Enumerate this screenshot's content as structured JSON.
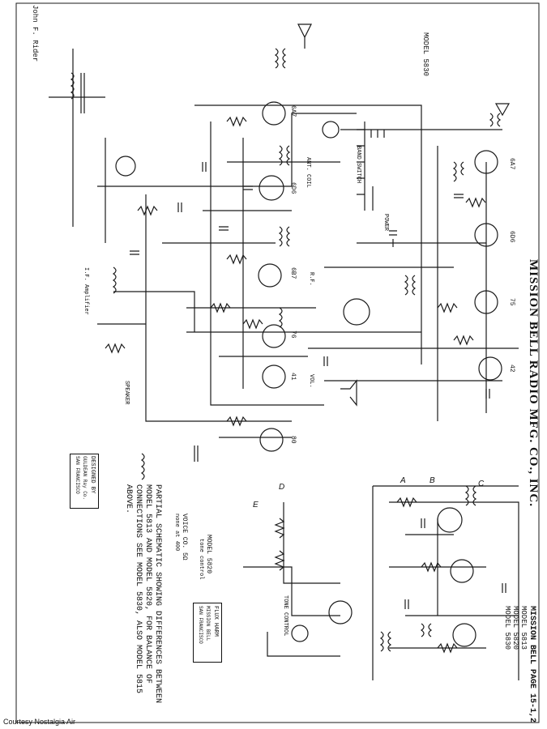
{
  "page": {
    "rider_mark": "John F. Rider",
    "courtesy": "Courtesy Nostalgia Air"
  },
  "header": {
    "title": "MISSION BELL RADIO MFG. CO., INC."
  },
  "corner_label": {
    "lines": [
      "MISSION BELL PAGE 15-1,2",
      "MODEL 5813",
      "MODEL 5820",
      "MODEL 5830"
    ]
  },
  "models": {
    "upper_right": "MODEL 5830",
    "lower_left": "MODEL 5820",
    "lower_left_sub": "tone control"
  },
  "notes": {
    "schematic_caption": [
      "PARTIAL SCHEMATIC SHOWING DIFFERENCES BETWEEN",
      "MODEL 5813 AND MODEL 5820, FOR BALANCE OF",
      "CONNECTIONS SEE MODEL 5830, ALSO MODEL 5815",
      "ABOVE."
    ],
    "voice_coil": [
      "VOICE CO. 5Ω",
      "none at 400"
    ],
    "designed_by": [
      "DESIGNED BY",
      "GULDEAN Ray Co.",
      "SAN FRANCISCO"
    ],
    "box_note": [
      "FLUX HARM",
      "MISSION BELL",
      "SAN FRANCISCO"
    ]
  },
  "labels": {
    "bands": "BAND SWITCH",
    "speaker": "SPEAKER",
    "if_amp": "I.F. Amplifier",
    "rf": "R.F.",
    "power": "POWER",
    "antenna_coil": "ANT. COIL",
    "tone": "TONE CONTROL",
    "vol": "VOL.",
    "a": "A",
    "b": "B",
    "c": "C",
    "d": "D",
    "e": "E"
  },
  "tubes": [
    "6A7",
    "6D6",
    "6B7",
    "76",
    "41",
    "80",
    "6A7",
    "6D6",
    "75",
    "42"
  ]
}
